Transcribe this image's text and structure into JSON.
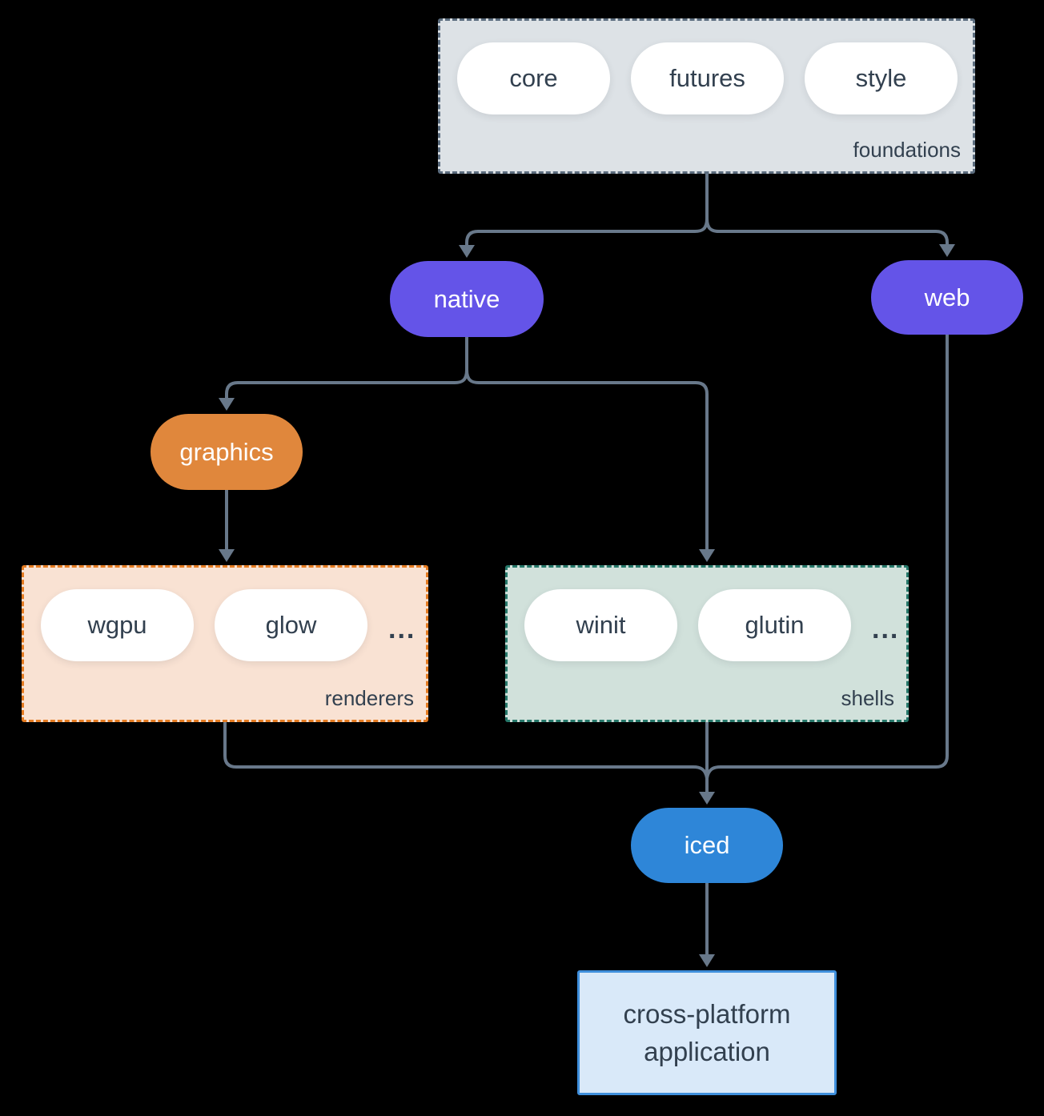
{
  "canvas": {
    "background": "#000000"
  },
  "colors": {
    "bg": "#000000",
    "ink": "#32404f",
    "line": "#68788a",
    "purple": "#6454e8",
    "orange": "#e0873c",
    "blue": "#2e86d8",
    "foundations-bg": "#dde2e6",
    "foundations-border": "#5b6c7e",
    "renderers-bg": "#f9e2d3",
    "renderers-border": "#e57c22",
    "shells-bg": "#d1e1db",
    "shells-border": "#26786a",
    "app-bg": "#d9e9f9",
    "app-border": "#3f8fdc"
  },
  "groups": {
    "foundations": {
      "label": "foundations",
      "pills": [
        "core",
        "futures",
        "style"
      ]
    },
    "renderers": {
      "label": "renderers",
      "pills": [
        "wgpu",
        "glow"
      ],
      "ellipsis": "..."
    },
    "shells": {
      "label": "shells",
      "pills": [
        "winit",
        "glutin"
      ],
      "ellipsis": "..."
    }
  },
  "nodes": {
    "native": "native",
    "web": "web",
    "graphics": "graphics",
    "iced": "iced"
  },
  "application": {
    "line1": "cross-platform",
    "line2": "application"
  },
  "edges": [
    {
      "from": "foundations",
      "to": "native"
    },
    {
      "from": "foundations",
      "to": "web"
    },
    {
      "from": "native",
      "to": "graphics"
    },
    {
      "from": "native",
      "to": "shells"
    },
    {
      "from": "graphics",
      "to": "renderers"
    },
    {
      "from": "renderers",
      "to": "iced"
    },
    {
      "from": "shells",
      "to": "iced"
    },
    {
      "from": "web",
      "to": "iced"
    },
    {
      "from": "iced",
      "to": "cross-platform application"
    }
  ]
}
